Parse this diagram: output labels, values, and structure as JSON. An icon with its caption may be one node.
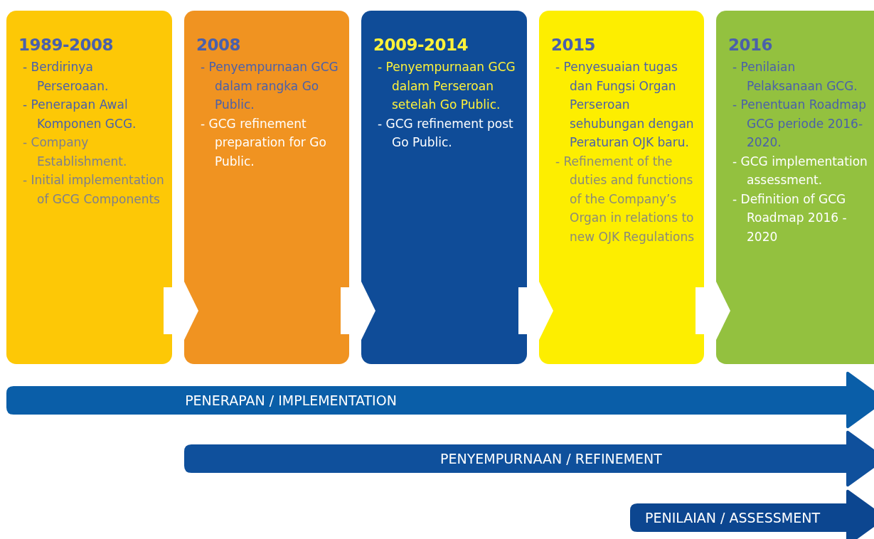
{
  "diagram": {
    "nodes": [
      {
        "text": [
          "1989-2008",
          "- Berdirinya Perseroaan.",
          "- Penerapan Awal Komponen GCG.",
          "- Company Establishment.",
          "- Initial implementation of GCG Components"
        ]
      },
      {
        "text": [
          "2008",
          "- Penyempurnaan GCG dalam rangka Go Public.",
          "- GCG refinement preparation for Go Public."
        ]
      },
      {
        "text": [
          "2009-2014",
          "- Penyempurnaan GCG dalam Perseroan setelah Go Public.",
          "- GCG refinement post Go Public."
        ]
      },
      {
        "text": [
          "2015",
          "- Penyesuaian tugas dan Fungsi Organ Perseroan sehubungan dengan Peraturan OJK baru.",
          "- Refinement of the duties and functions of the Company’s Organ in relations to new OJK Regulations"
        ]
      },
      {
        "text": [
          "2016",
          "- Penilaian Pelaksanaan GCG.",
          "- Penentuan Roadmap GCG periode 2016-2020.",
          "- GCG implementation assessment.",
          "- Definition of GCG Roadmap 2016 - 2020"
        ]
      },
      {
        "text": [
          "PENERAPAN / IMPLEMENTATION"
        ]
      },
      {
        "text": [
          "PENYEMPURNAAN / REFINEMENT"
        ]
      },
      {
        "text": [
          "PENILAIAN / ASSESSMENT"
        ]
      }
    ],
    "edges": [
      {
        "from": 0,
        "to": 1,
        "arrow": "to"
      },
      {
        "from": 1,
        "to": 2,
        "arrow": "to"
      },
      {
        "from": 2,
        "to": 3,
        "arrow": "to"
      },
      {
        "from": 3,
        "to": 4,
        "arrow": "to"
      }
    ]
  }
}
